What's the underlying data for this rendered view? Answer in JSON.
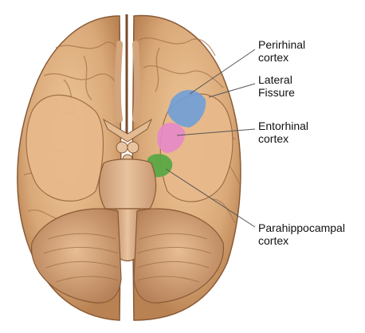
{
  "labels": {
    "perirhinal": {
      "line1": "Perirhinal",
      "line2": "cortex",
      "color": "#6f9fd8"
    },
    "lateral_fissure": {
      "line1": "Lateral",
      "line2": "Fissure"
    },
    "entorhinal": {
      "line1": "Entorhinal",
      "line2": "cortex",
      "color": "#e58ac9"
    },
    "parahippocampal": {
      "line1": "Parahippocampal",
      "line2": "cortex",
      "color": "#5aa845"
    }
  },
  "colors": {
    "brain_fill": "#d9a878",
    "brain_dark": "#8a5a35",
    "cerebellum": "#cfa079",
    "leader_line": "#555555"
  }
}
